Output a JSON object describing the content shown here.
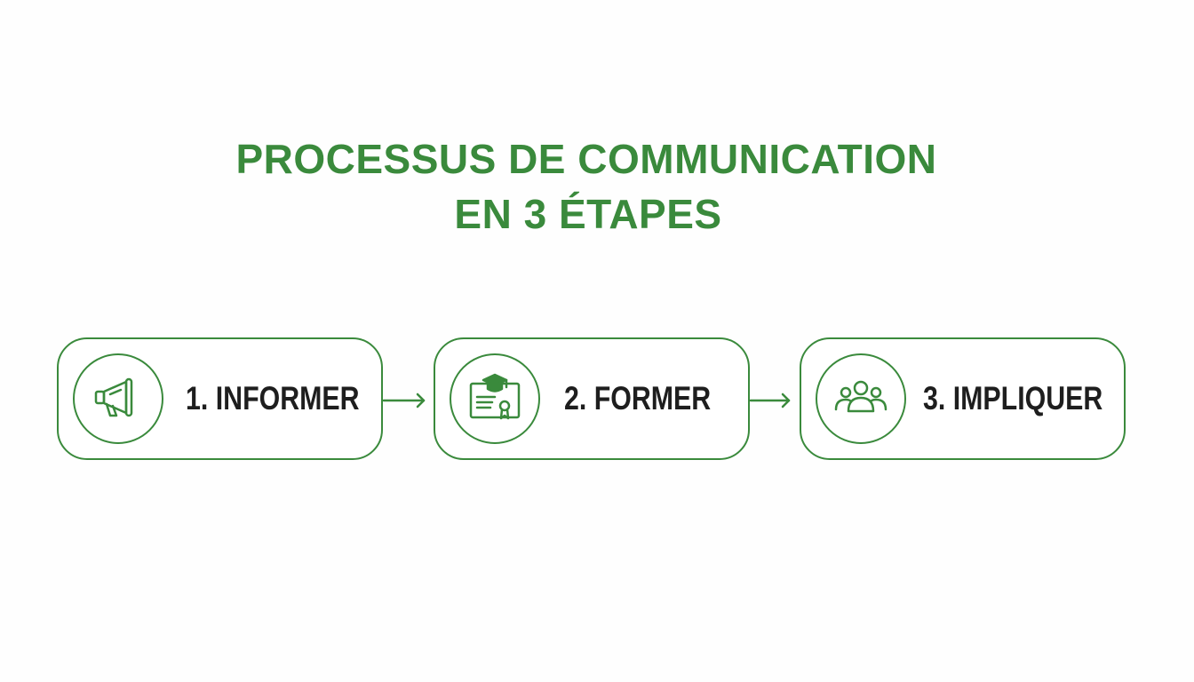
{
  "title": {
    "line1": "PROCESSUS DE COMMUNICATION",
    "line2": "EN 3 ÉTAPES"
  },
  "steps": [
    {
      "label": "1. INFORMER",
      "icon": "megaphone-icon"
    },
    {
      "label": "2. FORMER",
      "icon": "diploma-icon"
    },
    {
      "label": "3. IMPLIQUER",
      "icon": "people-group-icon"
    }
  ],
  "colors": {
    "accent": "#3a8a3c",
    "text": "#1e1e1e",
    "background": "#ffffff"
  }
}
